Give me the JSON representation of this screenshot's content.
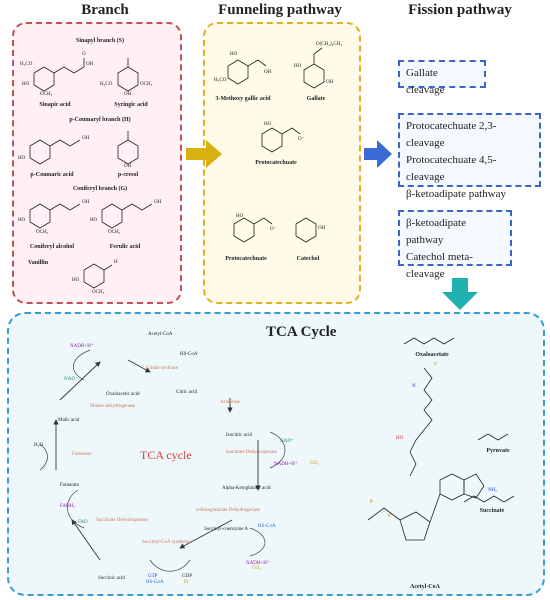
{
  "headers": {
    "branch": "Branch",
    "funneling": "Funneling pathway",
    "fission": "Fission pathway"
  },
  "branch": {
    "subheads": {
      "s": "Sinapyl branch  (S)",
      "h": "p-Coumaryl branch  (H)",
      "g": "Coniferyl branch  (G)"
    },
    "compounds": {
      "sinapic": "Sinapic acid",
      "syringic": "Syringic acid",
      "coumaric": "p-Coumaric acid",
      "cresol": "p-cresol",
      "coniferyl": "Coniferyl alcohol",
      "ferulic": "Ferulic acid",
      "vanillin": "Vanillin"
    },
    "groups": {
      "h3co": "H₃CO",
      "och3": "OCH₃",
      "ho": "HO",
      "oh": "OH",
      "o": "O",
      "h": "H"
    }
  },
  "funneling": {
    "compounds": {
      "methoxy_gallic": "3-Methoxy gallic acid",
      "gallate": "Gallate",
      "protocatechuate1": "Protocatechuate",
      "protocatechuate2": "Protocatechuate",
      "catechol": "Catechol"
    },
    "groups": {
      "ester": "O(CH₂)₂CH₃",
      "h3co": "H₃CO",
      "ho": "HO",
      "oh": "OH",
      "o": "O",
      "ominus": "O⁻"
    }
  },
  "fission": {
    "box1": [
      "Gallate cleavage"
    ],
    "box2": [
      "Protocatechuate 2,3-cleavage",
      "Protocatechuate 4,5-cleavage",
      "β-ketoadipate pathway"
    ],
    "box3": [
      "β-ketoadipate pathway",
      "Catechol meta-cleavage"
    ]
  },
  "tca": {
    "title": "TCA Cycle",
    "center": "TCA cycle",
    "species": {
      "acetyl_coa": "Acetyl-CoA",
      "hs_coa1": "HS-CoA",
      "citric": "Citric acid",
      "oxaloacetic": "Oxaloacetic acid",
      "nadh1": "NADH+H⁺",
      "nad1": "NAD⁺",
      "malic": "Malic acid",
      "h2o": "H₂O",
      "fumarate": "Fumarate",
      "fadh2": "FADH₂",
      "fad": "FAD",
      "succinic": "Succinic acid",
      "gtp": "GTP",
      "hs_coa2": "HS-CoA",
      "gdp": "GDP",
      "pi": "Pi",
      "succinyl": "Succinyl-coenzyme A",
      "nadh3": "NADH+H⁺",
      "co2_3": "CO₂",
      "hs_coa3": "HS-CoA",
      "akg": "Alpha-Ketoglutaric acid",
      "nadh2": "NADH+H⁺",
      "co2_2": "CO₂",
      "nad2": "NAD⁺",
      "isocitric": "Isocitric acid"
    },
    "enzymes": {
      "citrate_synthase": "Citrate synthase",
      "malate_dh": "Malate dehydrogenase",
      "aconitase": "Aconitase",
      "fumarase": "Fumarase",
      "isocitrate_dh": "Isocitrate Dehydrogenase",
      "akg_dh": "α-Ketoglutarate Dehydrogenase",
      "succinate_dh": "Succinate Dehydrogenase",
      "succinyl_synth": "Succinyl-CoA synthetase"
    },
    "right_labels": {
      "oxaloacetate": "Oxaloacetate",
      "pyruvate": "Pyruvate",
      "succinate": "Succinate",
      "acetylcoa": "Acetyl-CoA"
    },
    "atoms": {
      "oh": "OH",
      "ho": "HO",
      "o": "O",
      "p": "P",
      "n": "N",
      "h": "H",
      "s": "S",
      "nh2": "NH₂"
    }
  },
  "colors": {
    "branch_border": "#c0505a",
    "funnel_border": "#e0b020",
    "fission_border": "#3a66c8",
    "tca_border": "#3a9bd0",
    "arrow_yellow": "#d8b010",
    "arrow_blue": "#3a6ad8",
    "arrow_teal": "#20b0b0",
    "enzyme": "#c47a5a",
    "center_label": "#d04040"
  }
}
